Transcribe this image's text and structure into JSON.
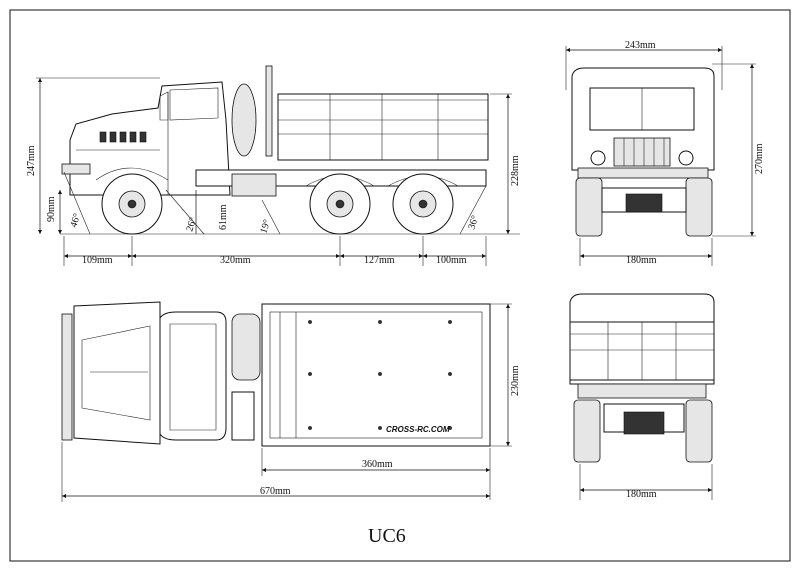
{
  "title": "UC6",
  "logo_text": "CROSS-RC.COM",
  "side_view": {
    "overall_height": "247mm",
    "cargo_height": "228mm",
    "ground_clearance": "90mm",
    "front_overhang": "109mm",
    "wheelbase_front": "320mm",
    "wheelbase_rear": "127mm",
    "rear_overhang": "100mm",
    "approach_angle": "46°",
    "breakover_angle_1": "26°",
    "clearance_61": "61mm",
    "breakover_angle_2": "19°",
    "departure_angle": "36°"
  },
  "front_view": {
    "width": "243mm",
    "height": "270mm",
    "track": "180mm"
  },
  "top_view": {
    "overall_length": "670mm",
    "bed_length": "360mm",
    "bed_width": "230mm"
  },
  "rear_view": {
    "track": "180mm"
  }
}
